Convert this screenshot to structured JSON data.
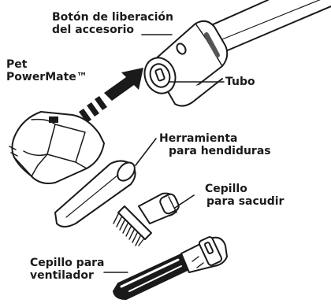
{
  "labels": {
    "release_button": [
      "Botón de liberación",
      "del accesorio"
    ],
    "pet_powermate": [
      "Pet",
      "PowerMate™"
    ],
    "tube": "Tubo",
    "crevice_tool": [
      "Herramienta",
      "para hendiduras"
    ],
    "dusting_brush": [
      "Cepillo",
      "para sacudir"
    ],
    "fan_brush": [
      "Cepillo para",
      "ventilador"
    ]
  },
  "colors": {
    "stroke": "#1a1a1a",
    "fill": "#ffffff",
    "arrow": "#1a1a1a"
  }
}
